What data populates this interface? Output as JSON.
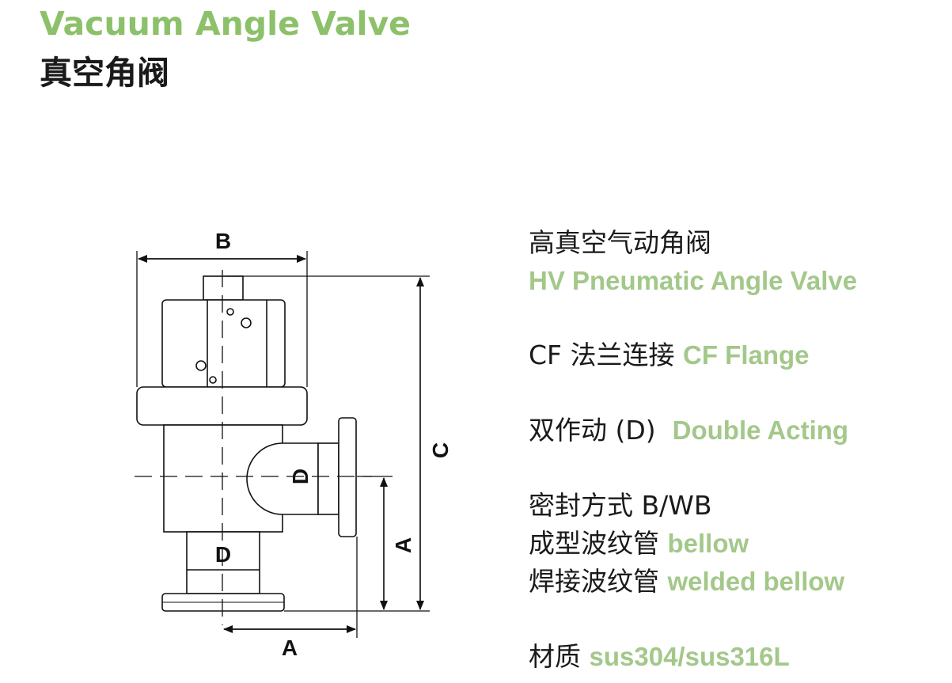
{
  "header": {
    "title_en": "Vacuum Angle Valve",
    "title_cn": "真空角阀"
  },
  "diagram": {
    "labels": {
      "b_top": "B",
      "c_right": "C",
      "a_vertical": "A",
      "a_bottom": "A",
      "d_side": "D",
      "d_bottom": "D"
    }
  },
  "specs": {
    "type_cn": "高真空气动角阀",
    "type_en": "HV Pneumatic Angle Valve",
    "flange_cn": "CF 法兰连接",
    "flange_en": "CF Flange",
    "acting_cn": "双作动 (D)",
    "acting_en": "Double Acting",
    "seal_cn": "密封方式 B/WB",
    "bellow_cn": "成型波纹管",
    "bellow_en": "bellow",
    "welded_cn": "焊接波纹管",
    "welded_en": "welded bellow",
    "material_cn": "材质",
    "material_en": "sus304/sus316L"
  },
  "colors": {
    "title_green": "#8cc16a",
    "spec_green": "#a3c88a",
    "text_dark": "#1a1a1a"
  }
}
